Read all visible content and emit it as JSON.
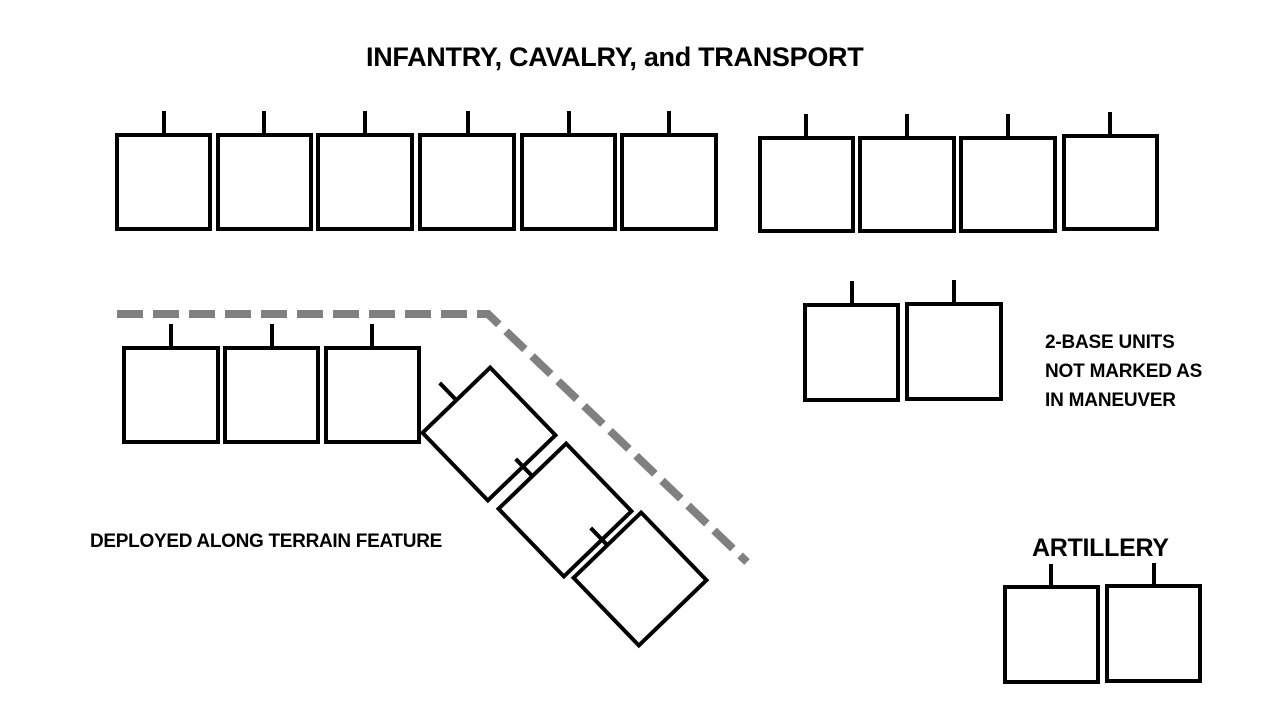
{
  "title": "INFANTRY, CAVALRY, and TRANSPORT",
  "labels": {
    "deployed": "DEPLOYED ALONG TERRAIN FEATURE",
    "two_base_line1": "2-BASE UNITS",
    "two_base_line2": "NOT MARKED AS",
    "two_base_line3": "IN MANEUVER",
    "artillery": "ARTILLERY"
  },
  "groups": {
    "top_row_left_count": 6,
    "top_row_right_count": 4,
    "terrain_straight_count": 3,
    "terrain_angled_count": 3,
    "two_base_count": 2,
    "artillery_count": 2
  },
  "colors": {
    "base_stroke": "#000000",
    "terrain_line": "#808080",
    "background": "#ffffff"
  }
}
